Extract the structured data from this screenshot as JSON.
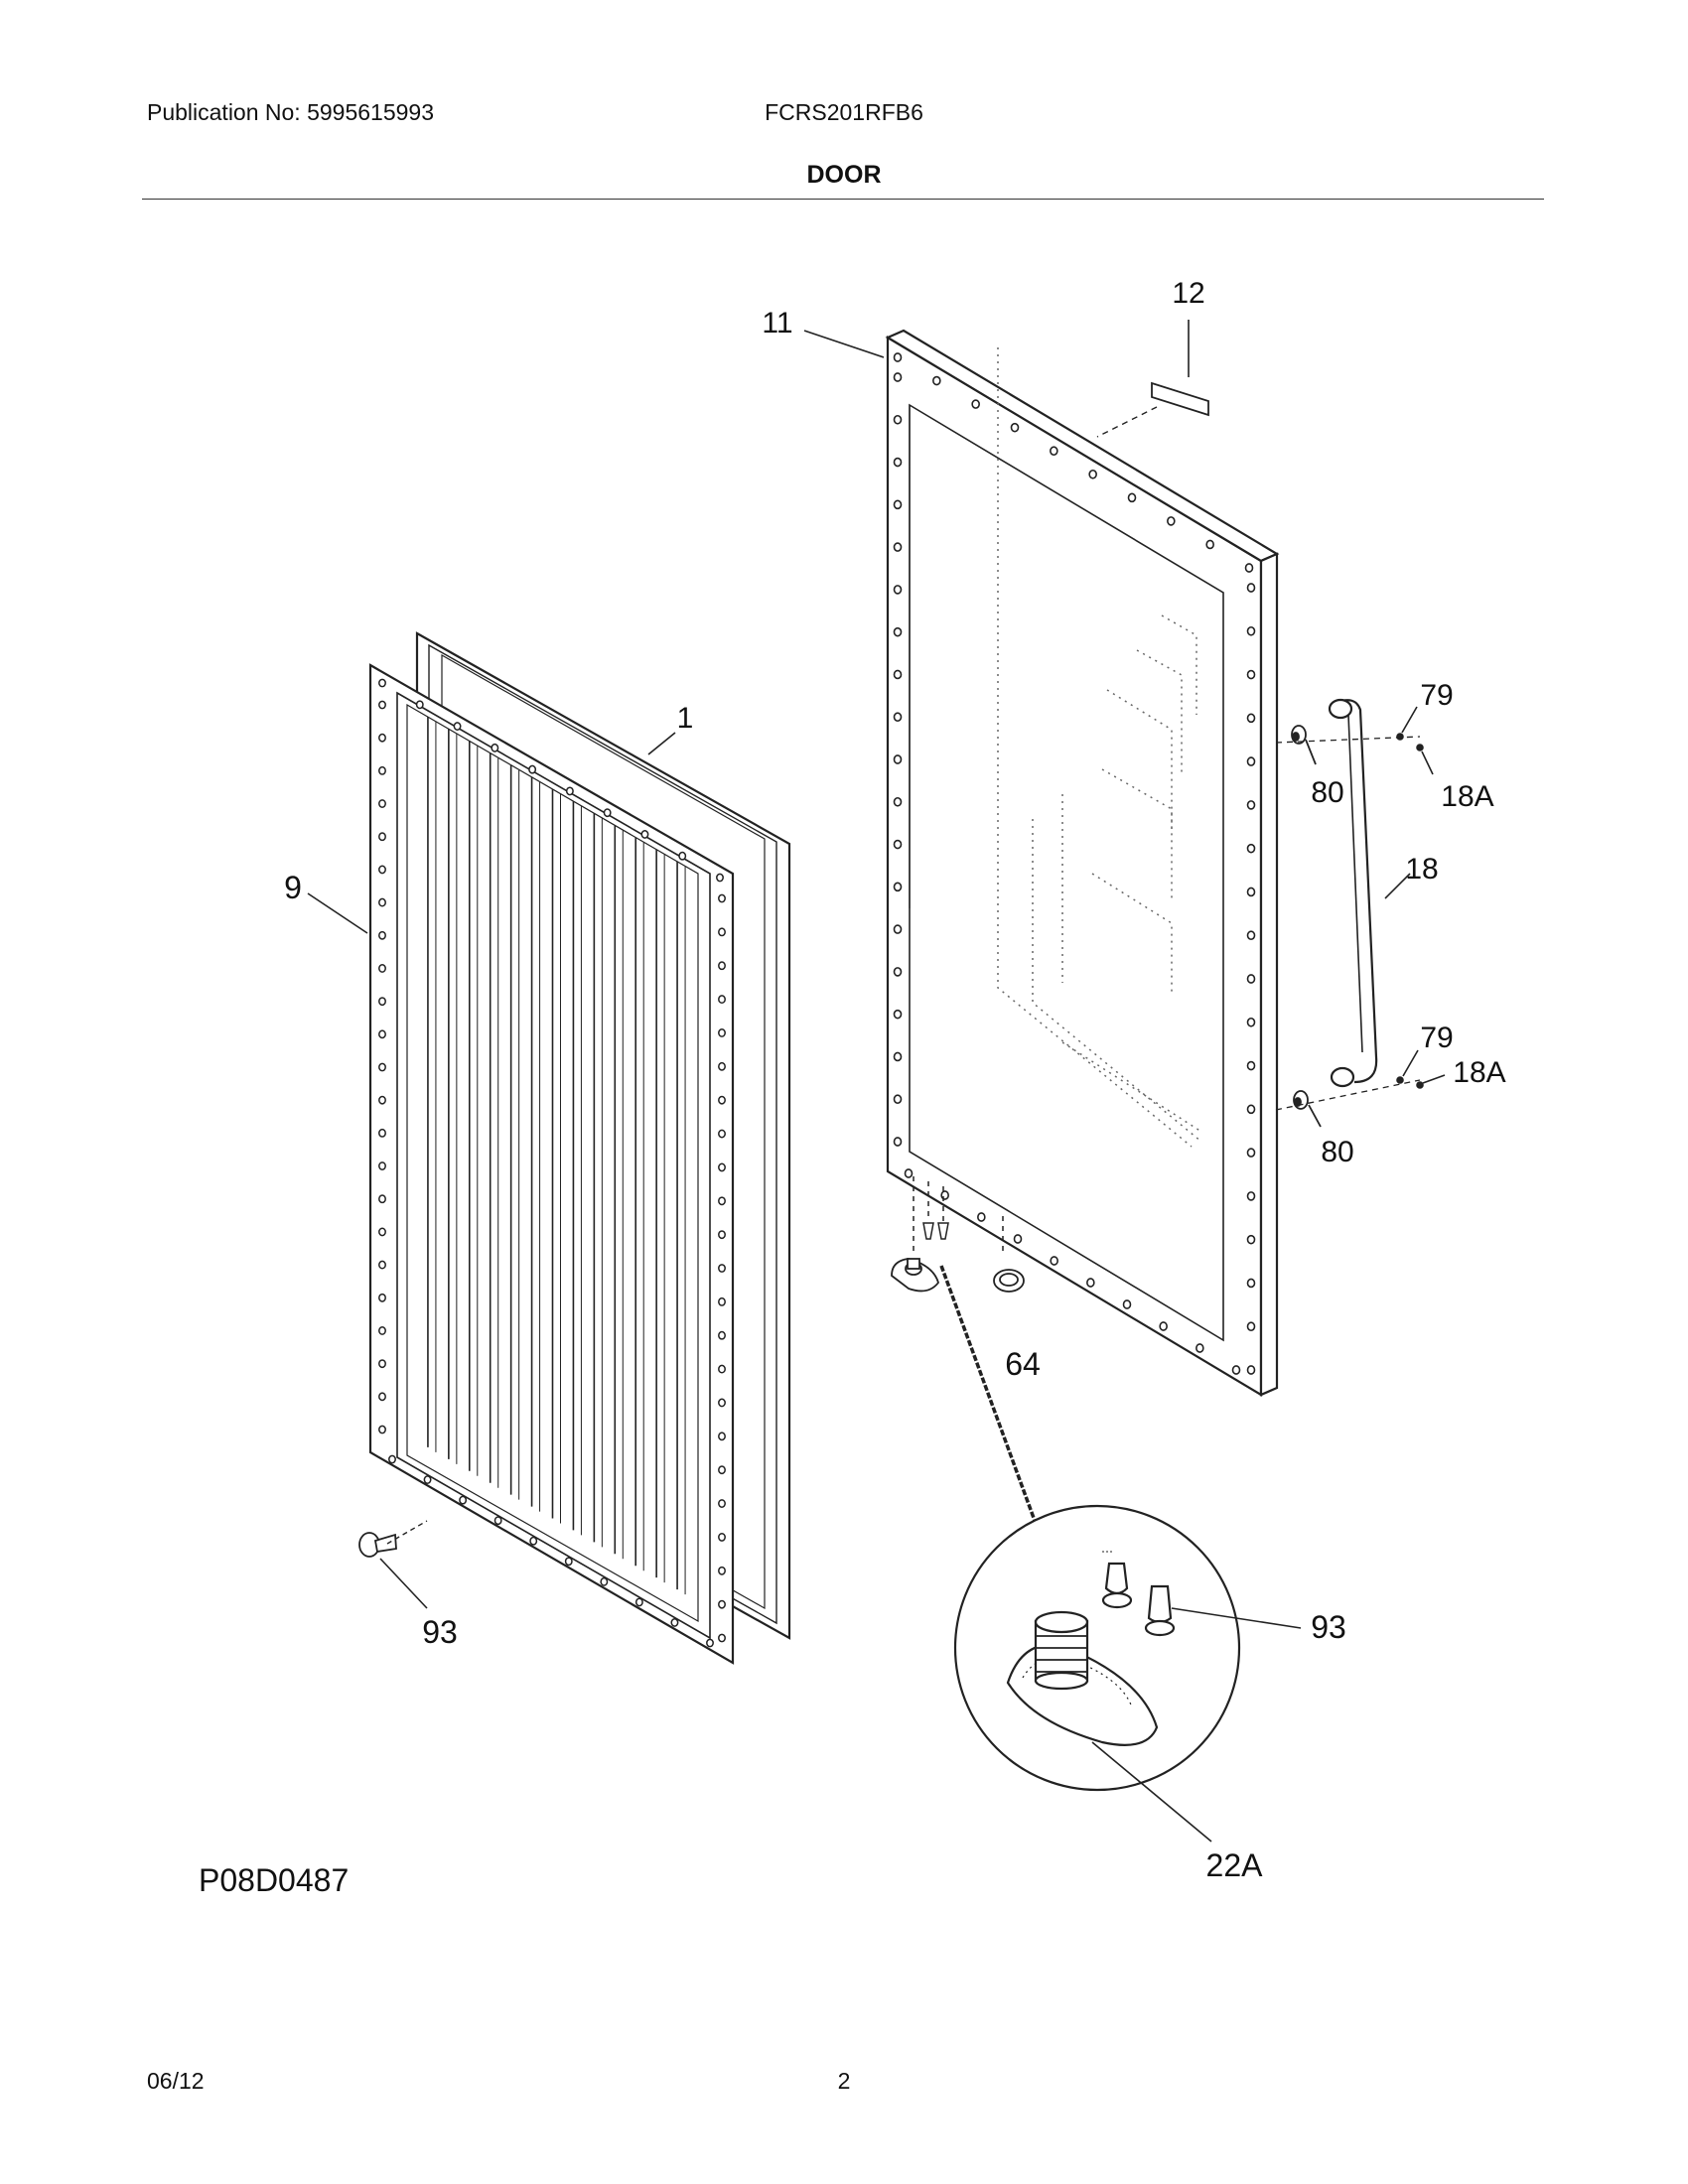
{
  "header": {
    "publication": "Publication No: 5995615993",
    "model": "FCRS201RFB6",
    "section_title": "DOOR"
  },
  "diagram": {
    "reference_code": "P08D0487",
    "callouts": {
      "door_panel": "11",
      "label_plate": "12",
      "gasket": "1",
      "liner": "9",
      "handle": "18",
      "screw_top": "79",
      "screw_bottom": "79",
      "plug_top": "18A",
      "plug_bottom": "18A",
      "spacer_top": "80",
      "spacer_bottom": "80",
      "cap": "64",
      "fastener_left": "93",
      "fastener_detail": "93",
      "hinge_bushing": "22A"
    }
  },
  "footer": {
    "date": "06/12",
    "page": "2"
  }
}
